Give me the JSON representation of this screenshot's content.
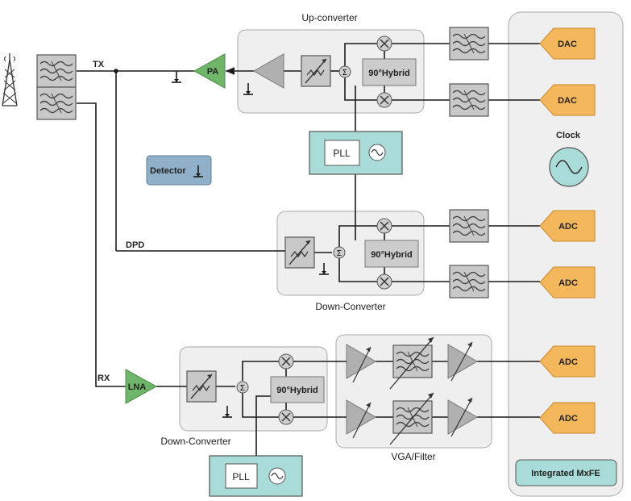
{
  "labels": {
    "up_converter": "Up-converter",
    "down_converter_1": "Down-Converter",
    "down_converter_2": "Down-Converter",
    "vga_filter": "VGA/Filter",
    "tx": "TX",
    "rx": "RX",
    "dpd": "DPD",
    "pa": "PA",
    "lna": "LNA",
    "detector": "Detector",
    "pll": "PLL",
    "hybrid": "90°Hybrid",
    "sum": "Σ",
    "clock": "Clock",
    "dac": "DAC",
    "adc": "ADC",
    "mxfe": "Integrated MxFE"
  },
  "colors": {
    "amplifier_green": "#6fb56a",
    "converter_orange": "#f5b75c",
    "pll_teal": "#a9dcd8",
    "detector_blue": "#8fb0c8",
    "mxfe_panel": "#efefef"
  }
}
